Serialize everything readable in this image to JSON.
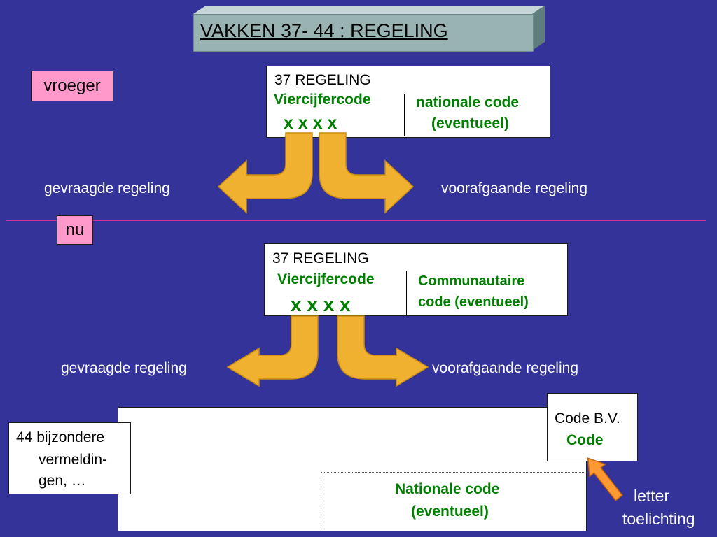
{
  "title": "VAKKEN 37- 44 : REGELING",
  "past": {
    "tag": "vroeger",
    "box_heading": "37 REGELING",
    "left_code_label": "Viercijfercode",
    "left_code_value": "x x x x",
    "right_code_line1": "nationale code",
    "right_code_line2": "(eventueel)",
    "arrow_left_label": "gevraagde regeling",
    "arrow_right_label": "voorafgaande regeling"
  },
  "present": {
    "tag": "nu",
    "box_heading": "37 REGELING",
    "left_code_label": "Viercijfercode",
    "left_code_value": "x x x x",
    "right_code_line1": "Communautaire",
    "right_code_line2": "code (eventueel)",
    "arrow_left_label": "gevraagde regeling",
    "arrow_right_label": "voorafgaande regeling"
  },
  "box44": {
    "label_line1": "44 bijzondere",
    "label_line2": "vermeldin-",
    "label_line3": "gen, …",
    "code_bv_line1": "Code B.V.",
    "code_bv_line2": "Code",
    "national_line1": "Nationale code",
    "national_line2": "(eventueel)",
    "pointer_line1": "letter",
    "pointer_line2": "toelichting"
  },
  "colors": {
    "background": "#333399",
    "title_fill": "#99b3b3",
    "tag_fill": "#ff99cc",
    "arrow_fill": "#f0b030",
    "code_green": "#008000",
    "divider": "#cc3399",
    "pointer_arrow": "#ff9933"
  }
}
